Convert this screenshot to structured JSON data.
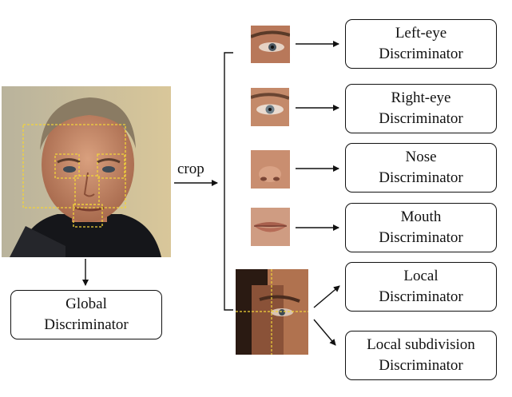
{
  "crop_label": "crop",
  "global": {
    "line1": "Global",
    "line2": "Discriminator"
  },
  "discriminators": [
    {
      "line1": "Left-eye",
      "line2": "Discriminator"
    },
    {
      "line1": "Right-eye",
      "line2": "Discriminator"
    },
    {
      "line1": "Nose",
      "line2": "Discriminator"
    },
    {
      "line1": "Mouth",
      "line2": "Discriminator"
    },
    {
      "line1": "Local",
      "line2": "Discriminator"
    },
    {
      "line1": "Local subdivision",
      "line2": "Discriminator"
    }
  ],
  "colors": {
    "stroke": "#111111",
    "crop_guides": "#f2d43a"
  }
}
